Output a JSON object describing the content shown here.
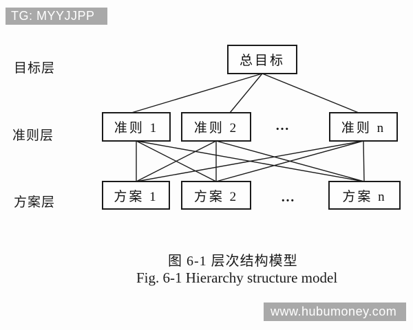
{
  "watermarks": {
    "top_left": "TG: MYYJJPP",
    "bottom_right": "www.hubumoney.com"
  },
  "diagram": {
    "layer_labels": {
      "goal": "目标层",
      "criteria": "准则层",
      "alternatives": "方案层"
    },
    "nodes": {
      "goal": "总目标",
      "criteria_1": "准则 1",
      "criteria_2": "准则 2",
      "criteria_n": "准则 n",
      "alternative_1": "方案 1",
      "alternative_2": "方案 2",
      "alternative_n": "方案 n"
    },
    "ellipsis_criteria": "…",
    "ellipsis_alternatives": "…"
  },
  "caption": {
    "zh": "图 6-1  层次结构模型",
    "en": "Fig. 6-1 Hierarchy structure model"
  },
  "colors": {
    "banner_gray": "#a9a9a9",
    "line_black": "#1b1b1b",
    "background": "#fdfdfd"
  }
}
